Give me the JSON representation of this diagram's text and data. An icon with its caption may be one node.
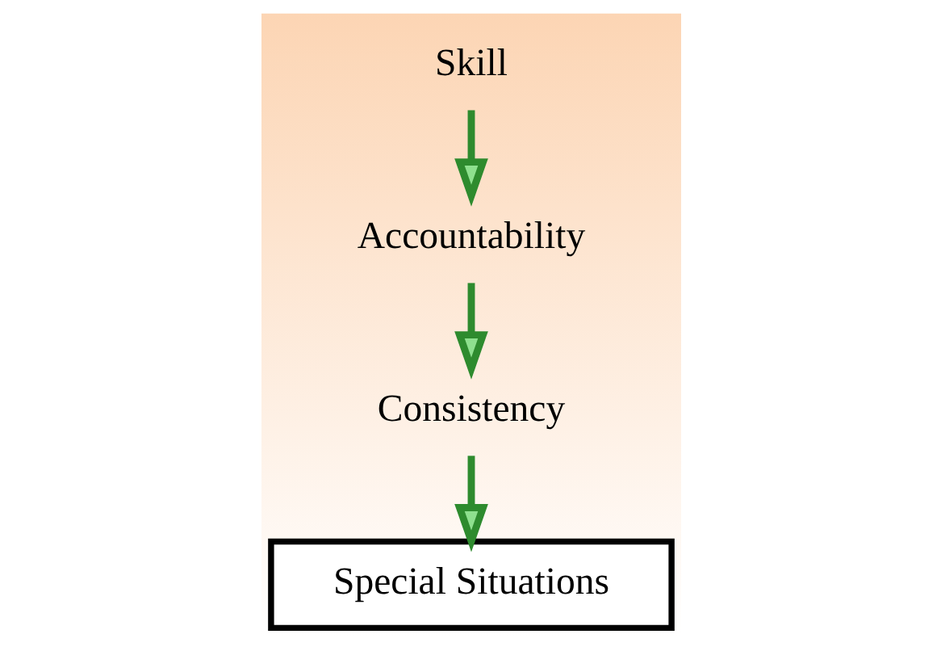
{
  "diagram": {
    "nodes": [
      {
        "text": [
          "Skill"
        ]
      },
      {
        "text": [
          "Accountability"
        ]
      },
      {
        "text": [
          "Consistency"
        ]
      },
      {
        "text": [
          "Special Situations"
        ]
      }
    ],
    "edges": [
      {
        "from": 0,
        "to": 1,
        "arrow": "to"
      },
      {
        "from": 1,
        "to": 2,
        "arrow": "to"
      },
      {
        "from": 2,
        "to": 3,
        "arrow": "to"
      }
    ]
  }
}
